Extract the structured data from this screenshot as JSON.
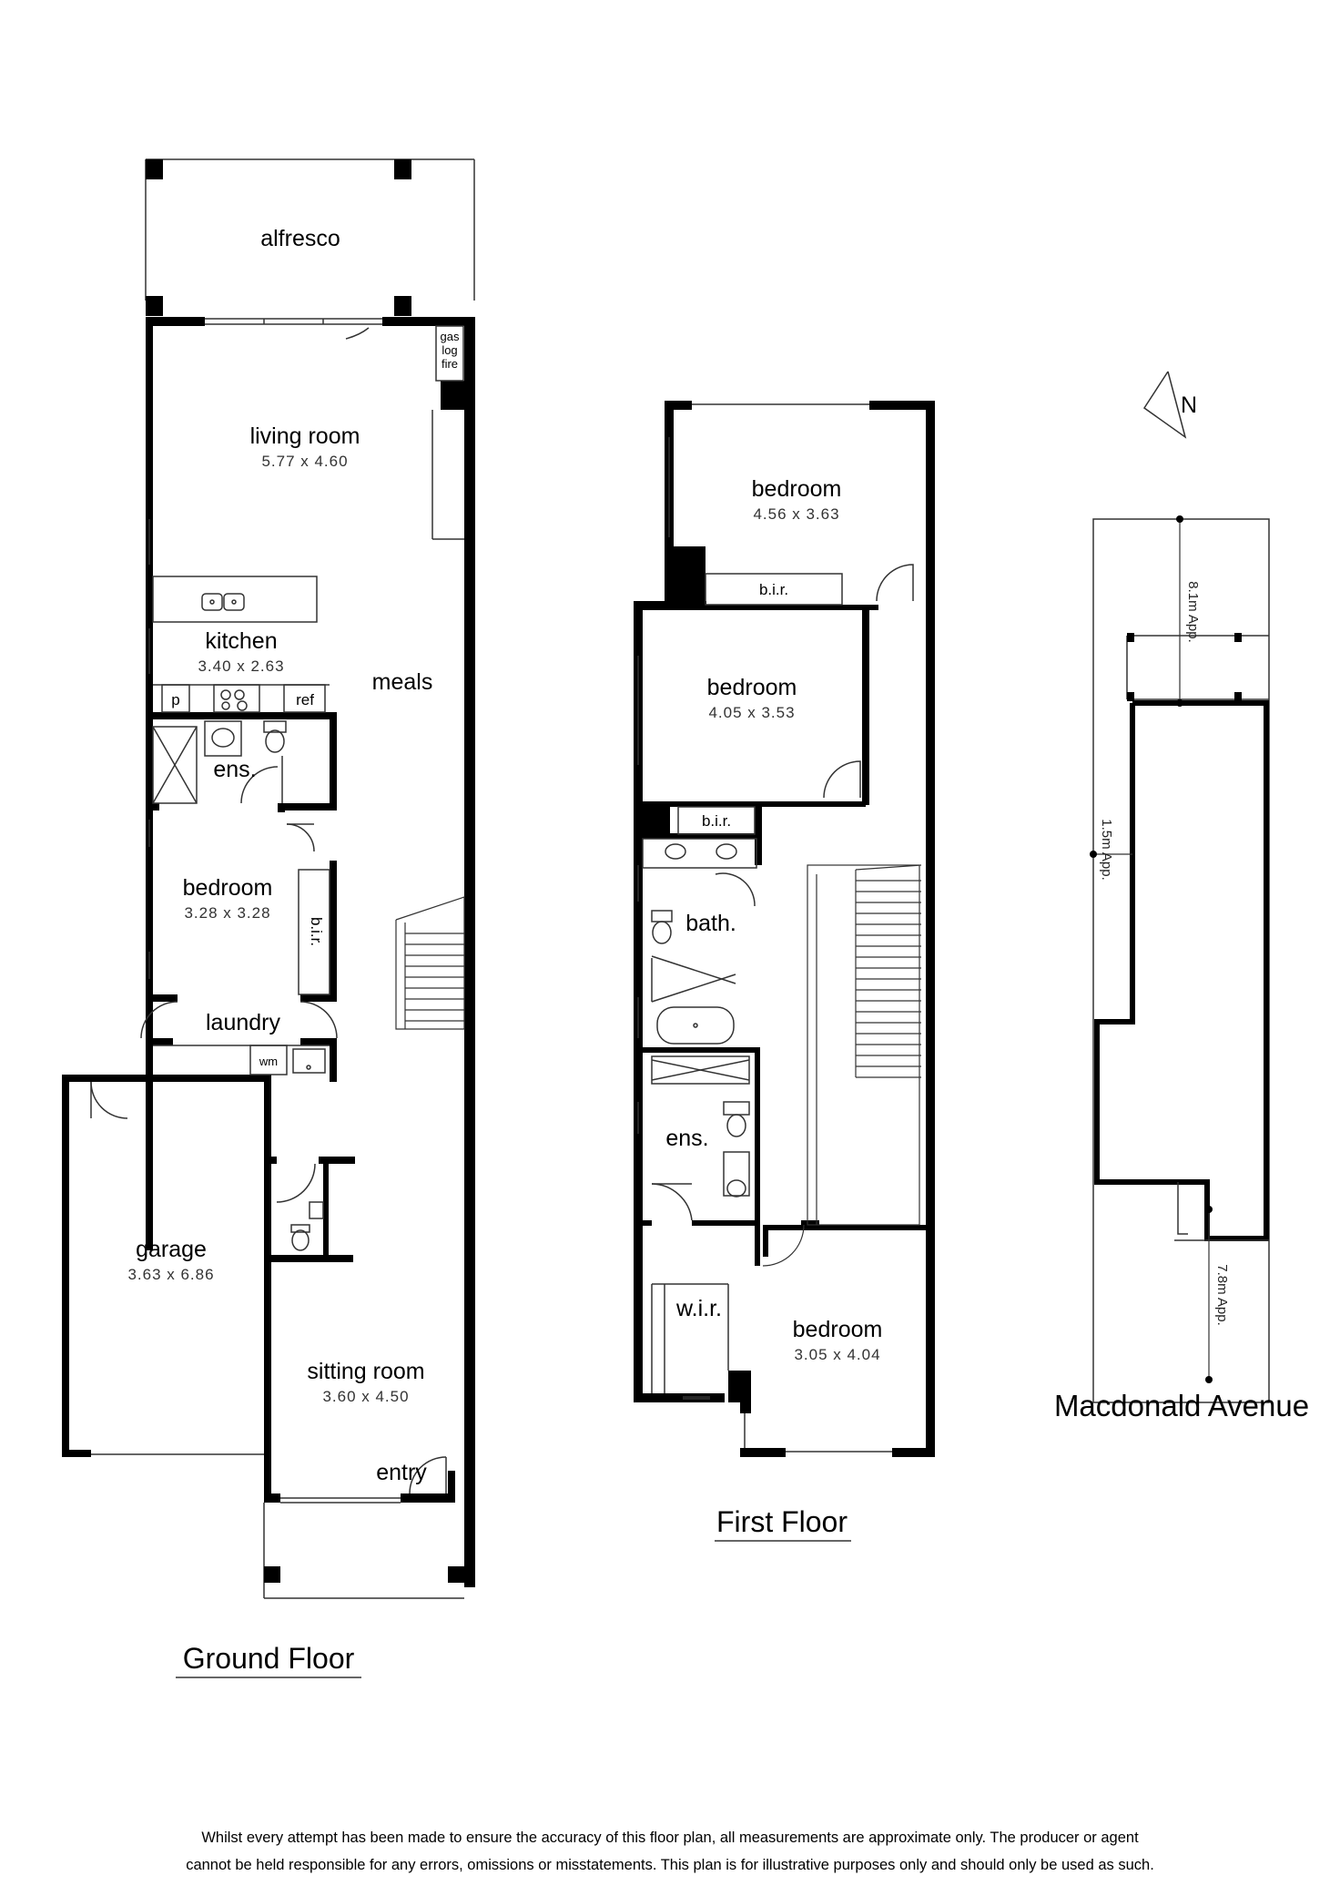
{
  "ground_floor": {
    "caption": "Ground Floor",
    "rooms": {
      "alfresco": {
        "name": "alfresco"
      },
      "living": {
        "name": "living room",
        "dims": "5.77  x  4.60"
      },
      "kitchen": {
        "name": "kitchen",
        "dims": "3.40  x  2.63"
      },
      "meals": {
        "name": "meals"
      },
      "ensuite": {
        "name": "ens."
      },
      "bedroom": {
        "name": "bedroom",
        "dims": "3.28  x  3.28"
      },
      "laundry": {
        "name": "laundry"
      },
      "garage": {
        "name": "garage",
        "dims": "3.63  x  6.86"
      },
      "sitting": {
        "name": "sitting room",
        "dims": "3.60  x  4.50"
      },
      "entry": {
        "name": "entry"
      }
    },
    "fixtures": {
      "gas_log_fire": [
        "gas",
        "log",
        "fire"
      ],
      "pantry": "p",
      "fridge": "ref",
      "bir": "b.i.r.",
      "washing_machine": "wm"
    }
  },
  "first_floor": {
    "caption": "First Floor",
    "rooms": {
      "bedroom_1": {
        "name": "bedroom",
        "dims": "4.56  x  3.63"
      },
      "bedroom_2": {
        "name": "bedroom",
        "dims": "4.05  x  3.53"
      },
      "bath": {
        "name": "bath."
      },
      "ensuite": {
        "name": "ens."
      },
      "wir": {
        "name": "w.i.r."
      },
      "bedroom_3": {
        "name": "bedroom",
        "dims": "3.05  x  4.04"
      }
    },
    "fixtures": {
      "bir_1": "b.i.r.",
      "bir_2": "b.i.r."
    }
  },
  "site_plan": {
    "north_label": "N",
    "street": "Macdonald Avenue",
    "dims": {
      "rear": "8.1m  App.",
      "side": "1.5m  App.",
      "front": "7.8m  App."
    }
  },
  "disclaimer": [
    "Whilst every attempt has been made to ensure the accuracy of this floor plan, all measurements are approximate only. The producer or agent",
    "cannot be held responsible for any errors, omissions or misstatements. This plan is for illustrative purposes only and should only be used as such."
  ],
  "colors": {
    "wall": "#000000",
    "line": "#333333",
    "background": "#ffffff"
  }
}
